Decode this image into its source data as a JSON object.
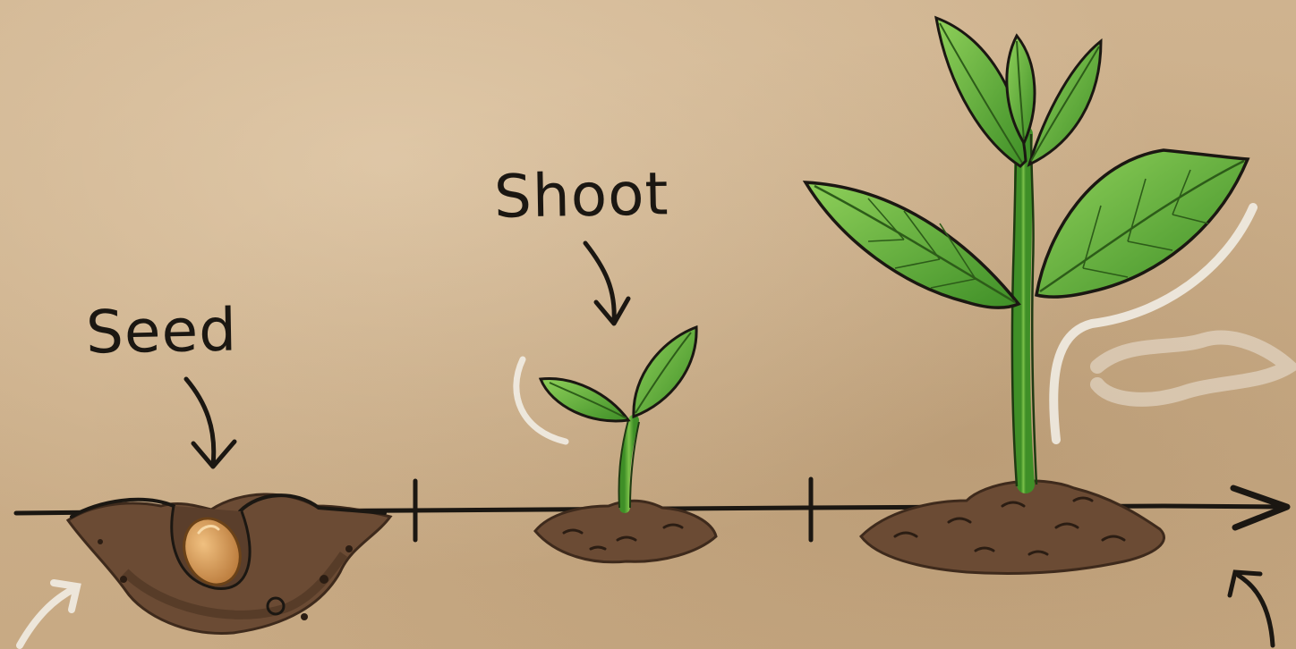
{
  "labels": {
    "seed": "Seed",
    "shoot": "Shoot"
  },
  "stages": [
    {
      "name": "seed",
      "icon": "seed-icon"
    },
    {
      "name": "shoot",
      "icon": "sprout-icon"
    },
    {
      "name": "plant",
      "icon": "plant-icon"
    }
  ],
  "colors": {
    "paper": "#cdb08c",
    "ink": "#1b1712",
    "soil": "#6b4b34",
    "soil_dark": "#4a3222",
    "seed": "#d49a55",
    "leaf": "#5cae35",
    "leaf_light": "#8fd05a",
    "chalk": "#f4f1ea"
  }
}
